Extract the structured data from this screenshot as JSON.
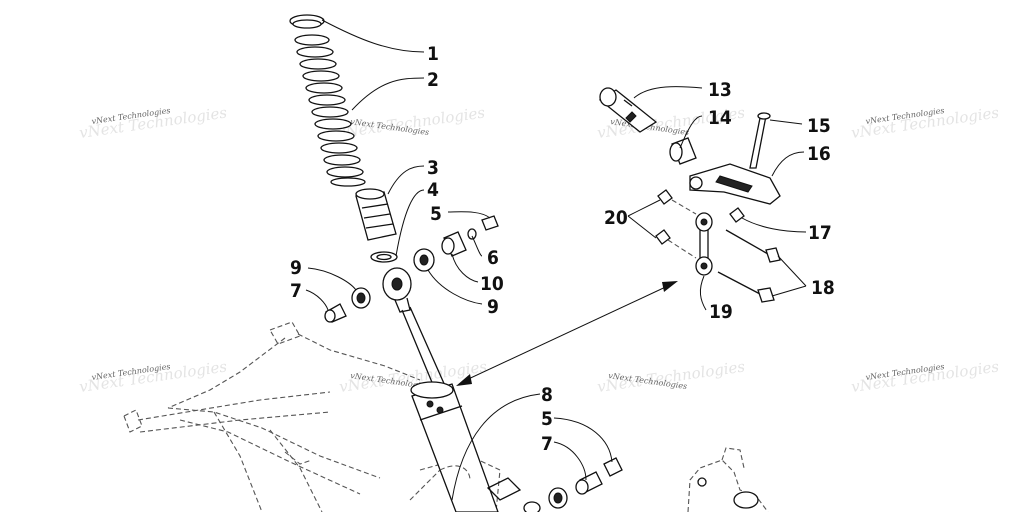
{
  "diagram": {
    "watermark": "vNext Technologies",
    "callouts": [
      {
        "id": "c1",
        "label": "1"
      },
      {
        "id": "c2",
        "label": "2"
      },
      {
        "id": "c3",
        "label": "3"
      },
      {
        "id": "c4",
        "label": "4"
      },
      {
        "id": "c5a",
        "label": "5"
      },
      {
        "id": "c6",
        "label": "6"
      },
      {
        "id": "c10",
        "label": "10"
      },
      {
        "id": "c9a",
        "label": "9"
      },
      {
        "id": "c9b",
        "label": "9"
      },
      {
        "id": "c7a",
        "label": "7"
      },
      {
        "id": "c13",
        "label": "13"
      },
      {
        "id": "c14",
        "label": "14"
      },
      {
        "id": "c15",
        "label": "15"
      },
      {
        "id": "c16",
        "label": "16"
      },
      {
        "id": "c17",
        "label": "17"
      },
      {
        "id": "c18",
        "label": "18"
      },
      {
        "id": "c19",
        "label": "19"
      },
      {
        "id": "c20",
        "label": "20"
      },
      {
        "id": "c8",
        "label": "8"
      },
      {
        "id": "c5b",
        "label": "5"
      },
      {
        "id": "c7b",
        "label": "7"
      }
    ]
  }
}
